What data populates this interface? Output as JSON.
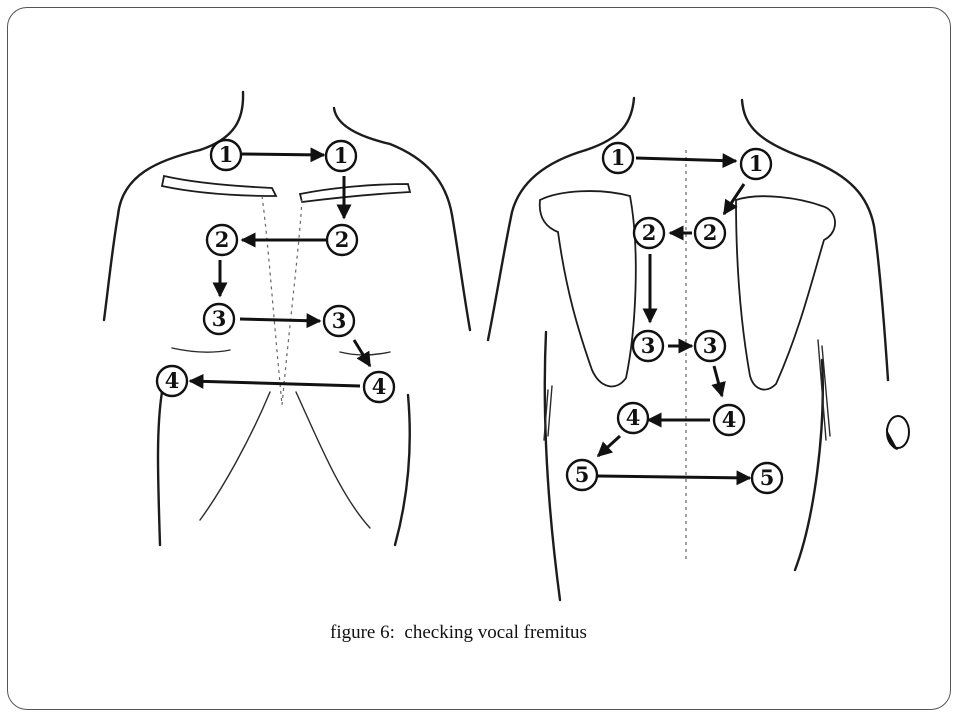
{
  "caption": "figure 6:  checking vocal fremitus",
  "front_view": {
    "markers": [
      {
        "id": "f1L",
        "label": "1"
      },
      {
        "id": "f1R",
        "label": "1"
      },
      {
        "id": "f2R",
        "label": "2"
      },
      {
        "id": "f2L",
        "label": "2"
      },
      {
        "id": "f3L",
        "label": "3"
      },
      {
        "id": "f3R",
        "label": "3"
      },
      {
        "id": "f4R",
        "label": "4"
      },
      {
        "id": "f4L",
        "label": "4"
      }
    ],
    "sequence": [
      "f1L",
      "f1R",
      "f2R",
      "f2L",
      "f3L",
      "f3R",
      "f4R",
      "f4L"
    ]
  },
  "back_view": {
    "markers": [
      {
        "id": "b1L",
        "label": "1"
      },
      {
        "id": "b1R",
        "label": "1"
      },
      {
        "id": "b2R",
        "label": "2"
      },
      {
        "id": "b2L",
        "label": "2"
      },
      {
        "id": "b3L",
        "label": "3"
      },
      {
        "id": "b3R",
        "label": "3"
      },
      {
        "id": "b4R",
        "label": "4"
      },
      {
        "id": "b4L",
        "label": "4"
      },
      {
        "id": "b5L",
        "label": "5"
      },
      {
        "id": "b5R",
        "label": "5"
      }
    ],
    "sequence": [
      "b1L",
      "b1R",
      "b2R",
      "b2L",
      "b3L",
      "b3R",
      "b4R",
      "b4L",
      "b5L",
      "b5R"
    ]
  }
}
